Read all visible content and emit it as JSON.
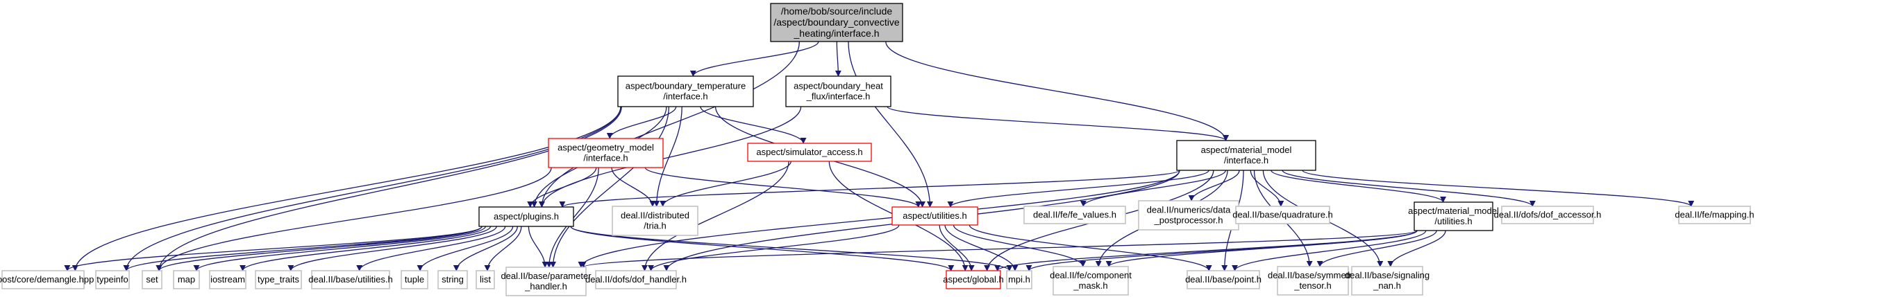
{
  "graph": {
    "title": "Include dependency graph for /home/bob/source/include/aspect/boundary_convective_heating/interface.h",
    "colors": {
      "edge": "#191970",
      "root_fill": "#bfbfbf",
      "root_border": "#000000",
      "documented_border": "#000000",
      "incomplete_border": "#ff0000",
      "external_border": "#bfbfbf"
    },
    "nodes": [
      {
        "id": "root",
        "kind": "root",
        "lines": [
          "/home/bob/source/include",
          "/aspect/boundary_convective",
          "_heating/interface.h"
        ]
      },
      {
        "id": "bt",
        "kind": "documented",
        "lines": [
          "aspect/boundary_temperature",
          "/interface.h"
        ]
      },
      {
        "id": "bhf",
        "kind": "documented",
        "lines": [
          "aspect/boundary_heat",
          "_flux/interface.h"
        ]
      },
      {
        "id": "gm",
        "kind": "incomplete",
        "lines": [
          "aspect/geometry_model",
          "/interface.h"
        ]
      },
      {
        "id": "sa",
        "kind": "incomplete",
        "lines": [
          "aspect/simulator_access.h"
        ]
      },
      {
        "id": "mm",
        "kind": "documented",
        "lines": [
          "aspect/material_model",
          "/interface.h"
        ]
      },
      {
        "id": "plugins",
        "kind": "documented",
        "lines": [
          "aspect/plugins.h"
        ]
      },
      {
        "id": "tria",
        "kind": "external",
        "lines": [
          "deal.II/distributed",
          "/tria.h"
        ]
      },
      {
        "id": "util",
        "kind": "incomplete",
        "lines": [
          "aspect/utilities.h"
        ]
      },
      {
        "id": "fevalues",
        "kind": "external",
        "lines": [
          "deal.II/fe/fe_values.h"
        ]
      },
      {
        "id": "datapp",
        "kind": "external",
        "lines": [
          "deal.II/numerics/data",
          "_postprocessor.h"
        ]
      },
      {
        "id": "quad",
        "kind": "external",
        "lines": [
          "deal.II/base/quadrature.h"
        ]
      },
      {
        "id": "mmutil",
        "kind": "documented",
        "lines": [
          "aspect/material_model",
          "/utilities.h"
        ]
      },
      {
        "id": "dofacc",
        "kind": "external",
        "lines": [
          "deal.II/dofs/dof_accessor.h"
        ]
      },
      {
        "id": "mapping",
        "kind": "external",
        "lines": [
          "deal.II/fe/mapping.h"
        ]
      },
      {
        "id": "demangle",
        "kind": "external",
        "lines": [
          "boost/core/demangle.hpp"
        ]
      },
      {
        "id": "typeinfo",
        "kind": "external",
        "lines": [
          "typeinfo"
        ]
      },
      {
        "id": "set",
        "kind": "external",
        "lines": [
          "set"
        ]
      },
      {
        "id": "map",
        "kind": "external",
        "lines": [
          "map"
        ]
      },
      {
        "id": "iostream",
        "kind": "external",
        "lines": [
          "iostream"
        ]
      },
      {
        "id": "typetraits",
        "kind": "external",
        "lines": [
          "type_traits"
        ]
      },
      {
        "id": "baseutil",
        "kind": "external",
        "lines": [
          "deal.II/base/utilities.h"
        ]
      },
      {
        "id": "tuple",
        "kind": "external",
        "lines": [
          "tuple"
        ]
      },
      {
        "id": "string",
        "kind": "external",
        "lines": [
          "string"
        ]
      },
      {
        "id": "list",
        "kind": "external",
        "lines": [
          "list"
        ]
      },
      {
        "id": "param",
        "kind": "external",
        "lines": [
          "deal.II/base/parameter",
          "_handler.h"
        ]
      },
      {
        "id": "dofh",
        "kind": "external",
        "lines": [
          "deal.II/dofs/dof_handler.h"
        ]
      },
      {
        "id": "global",
        "kind": "incomplete",
        "lines": [
          "aspect/global.h"
        ]
      },
      {
        "id": "mpi",
        "kind": "external",
        "lines": [
          "mpi.h"
        ]
      },
      {
        "id": "compmask",
        "kind": "external",
        "lines": [
          "deal.II/fe/component",
          "_mask.h"
        ]
      },
      {
        "id": "point",
        "kind": "external",
        "lines": [
          "deal.II/base/point.h"
        ]
      },
      {
        "id": "symt",
        "kind": "external",
        "lines": [
          "deal.II/base/symmetric",
          "_tensor.h"
        ]
      },
      {
        "id": "nan",
        "kind": "external",
        "lines": [
          "deal.II/base/signaling",
          "_nan.h"
        ]
      }
    ],
    "edges": [
      [
        "root",
        "bt"
      ],
      [
        "root",
        "bhf"
      ],
      [
        "root",
        "mm"
      ],
      [
        "root",
        "plugins"
      ],
      [
        "root",
        "util"
      ],
      [
        "bt",
        "gm"
      ],
      [
        "bt",
        "sa"
      ],
      [
        "bt",
        "plugins"
      ],
      [
        "bt",
        "tria"
      ],
      [
        "bt",
        "util"
      ],
      [
        "bt",
        "param"
      ],
      [
        "bt",
        "demangle"
      ],
      [
        "bt",
        "set"
      ],
      [
        "bt",
        "typeinfo"
      ],
      [
        "bhf",
        "mm"
      ],
      [
        "bhf",
        "plugins"
      ],
      [
        "gm",
        "plugins"
      ],
      [
        "gm",
        "tria"
      ],
      [
        "gm",
        "util"
      ],
      [
        "gm",
        "param"
      ],
      [
        "gm",
        "set"
      ],
      [
        "sa",
        "tria"
      ],
      [
        "sa",
        "global"
      ],
      [
        "sa",
        "dofh"
      ],
      [
        "mm",
        "plugins"
      ],
      [
        "mm",
        "util"
      ],
      [
        "mm",
        "fevalues"
      ],
      [
        "mm",
        "datapp"
      ],
      [
        "mm",
        "quad"
      ],
      [
        "mm",
        "mmutil"
      ],
      [
        "mm",
        "dofacc"
      ],
      [
        "mm",
        "mapping"
      ],
      [
        "mm",
        "param"
      ],
      [
        "mm",
        "global"
      ],
      [
        "mm",
        "dofh"
      ],
      [
        "mm",
        "compmask"
      ],
      [
        "mm",
        "point"
      ],
      [
        "mm",
        "symt"
      ],
      [
        "mm",
        "nan"
      ],
      [
        "plugins",
        "demangle"
      ],
      [
        "plugins",
        "typeinfo"
      ],
      [
        "plugins",
        "set"
      ],
      [
        "plugins",
        "map"
      ],
      [
        "plugins",
        "iostream"
      ],
      [
        "plugins",
        "typetraits"
      ],
      [
        "plugins",
        "baseutil"
      ],
      [
        "plugins",
        "tuple"
      ],
      [
        "plugins",
        "string"
      ],
      [
        "plugins",
        "list"
      ],
      [
        "plugins",
        "param"
      ],
      [
        "plugins",
        "global"
      ],
      [
        "plugins",
        "mpi"
      ],
      [
        "util",
        "global"
      ],
      [
        "util",
        "dofh"
      ],
      [
        "util",
        "mpi"
      ],
      [
        "util",
        "compmask"
      ],
      [
        "util",
        "point"
      ],
      [
        "mmutil",
        "global"
      ],
      [
        "mmutil",
        "param"
      ],
      [
        "mmutil",
        "compmask"
      ],
      [
        "mmutil",
        "mpi"
      ],
      [
        "mmutil",
        "point"
      ],
      [
        "mmutil",
        "symt"
      ],
      [
        "mmutil",
        "nan"
      ]
    ]
  }
}
